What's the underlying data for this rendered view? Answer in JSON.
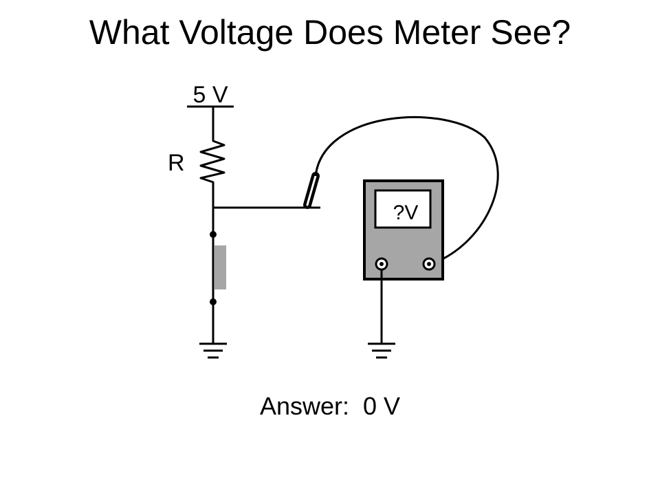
{
  "title": "What Voltage Does Meter See?",
  "supply_label": "5 V",
  "resistor_label": "R",
  "meter_display": "?V",
  "answer_label": "Answer:",
  "answer_value": "0 V",
  "colors": {
    "wire": "#000000",
    "meter_body": "#a6a6a6",
    "meter_screen": "#ffffff",
    "switch_plate": "#a6a6a6"
  }
}
